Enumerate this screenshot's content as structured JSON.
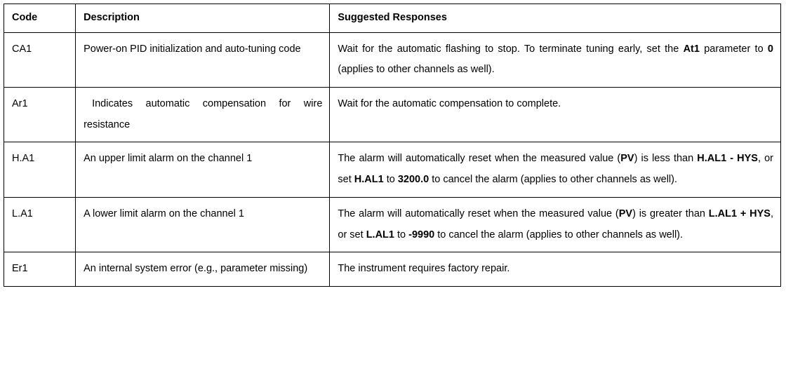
{
  "table": {
    "headers": {
      "code": "Code",
      "description": "Description",
      "responses": "Suggested Responses"
    },
    "rows": [
      {
        "code": "CA1",
        "description": "Power-on PID initialization and auto-tuning code",
        "response_parts": [
          {
            "text": "Wait for the automatic flashing to stop. To terminate tuning early, set the ",
            "bold": false
          },
          {
            "text": "At1",
            "bold": true
          },
          {
            "text": " parameter to ",
            "bold": false
          },
          {
            "text": "0",
            "bold": true
          },
          {
            "text": " (applies to other channels as well).",
            "bold": false
          }
        ]
      },
      {
        "code": "Ar1",
        "description": "Indicates automatic compensation for wire resistance",
        "response_parts": [
          {
            "text": "Wait for the automatic compensation to complete.",
            "bold": false
          }
        ]
      },
      {
        "code": "H.A1",
        "description": "An upper limit alarm on the channel 1",
        "response_parts": [
          {
            "text": "The alarm will automatically reset when the measured value (",
            "bold": false
          },
          {
            "text": "PV",
            "bold": true
          },
          {
            "text": ") is less than ",
            "bold": false
          },
          {
            "text": "H.AL1 - HYS",
            "bold": true
          },
          {
            "text": ", or set ",
            "bold": false
          },
          {
            "text": "H.AL1",
            "bold": true
          },
          {
            "text": " to ",
            "bold": false
          },
          {
            "text": "3200.0",
            "bold": true
          },
          {
            "text": " to cancel the alarm (applies to other channels as well).",
            "bold": false
          }
        ]
      },
      {
        "code": "L.A1",
        "description": "A lower limit alarm on the channel 1",
        "response_parts": [
          {
            "text": "The alarm will automatically reset when the measured value (",
            "bold": false
          },
          {
            "text": "PV",
            "bold": true
          },
          {
            "text": ") is greater than ",
            "bold": false
          },
          {
            "text": "L.AL1 + HYS",
            "bold": true
          },
          {
            "text": ", or set ",
            "bold": false
          },
          {
            "text": "L.AL1",
            "bold": true
          },
          {
            "text": " to ",
            "bold": false
          },
          {
            "text": "-9990",
            "bold": true
          },
          {
            "text": " to cancel the alarm (applies to other channels as well).",
            "bold": false
          }
        ]
      },
      {
        "code": "Er1",
        "description": "An internal system error (e.g., parameter missing)",
        "response_parts": [
          {
            "text": "The instrument requires factory repair.",
            "bold": false
          }
        ]
      }
    ]
  },
  "style": {
    "border_color": "#000000",
    "text_color": "#000000",
    "background": "#ffffff"
  }
}
